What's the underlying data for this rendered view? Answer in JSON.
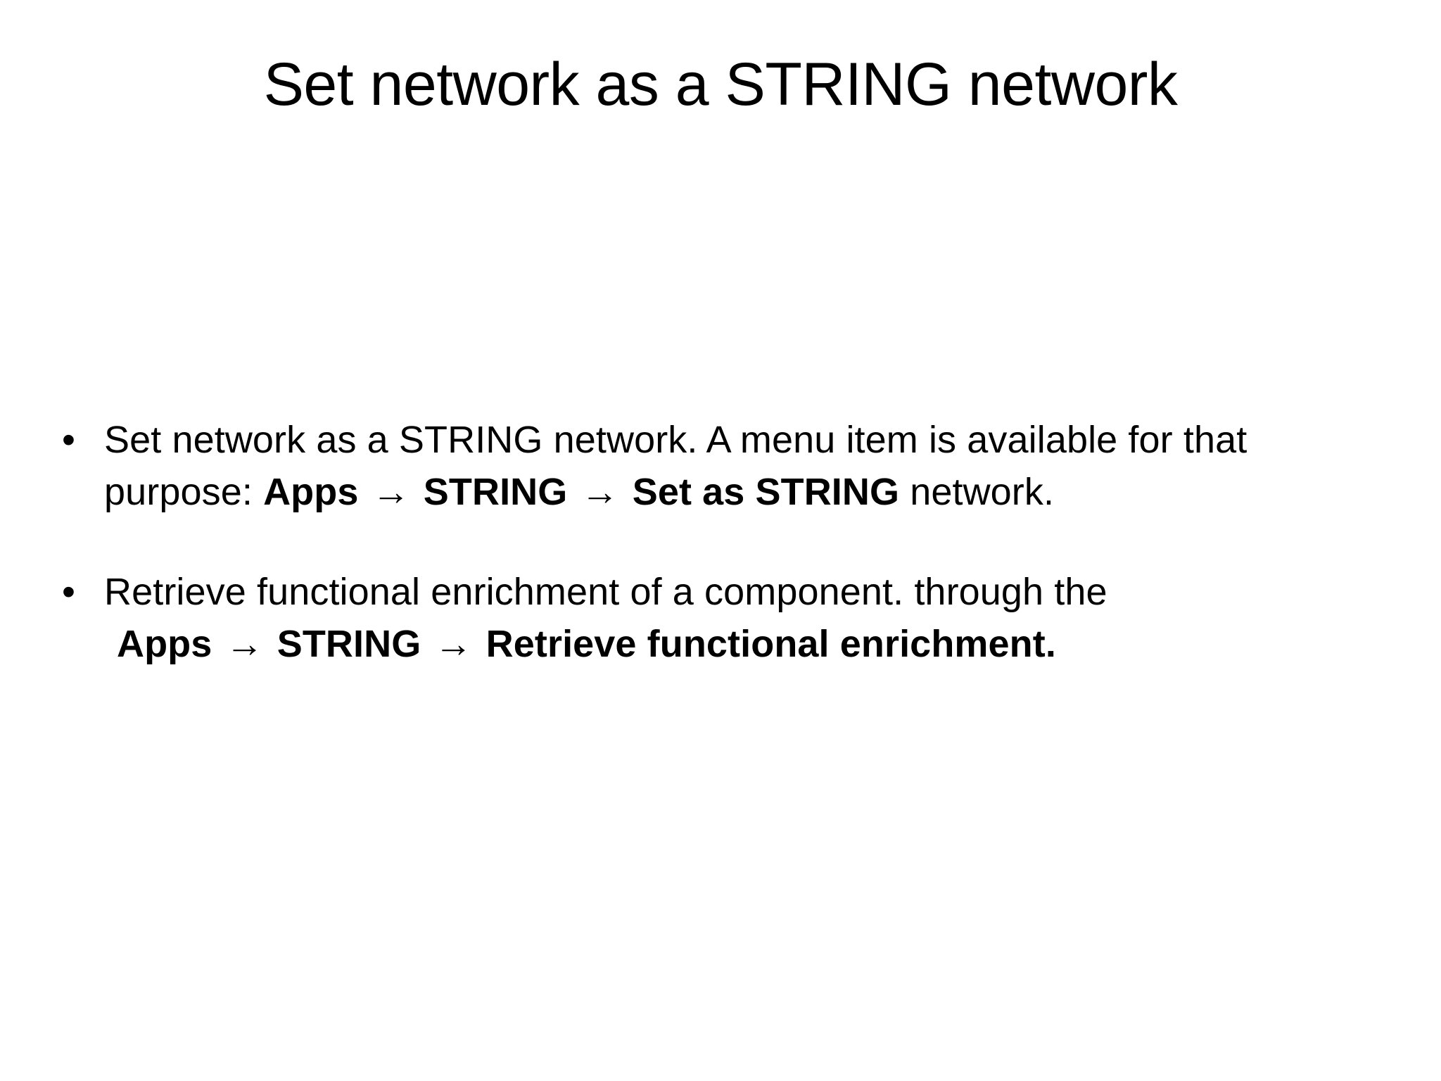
{
  "slide": {
    "title": "Set network as a STRING network",
    "background_color": "#ffffff",
    "text_color": "#000000",
    "bullet_glyph": "•",
    "arrow_glyph": "→",
    "bullets": [
      {
        "id": "bullet-set-as-string",
        "marker": "•",
        "lines": [
          {
            "indent": false,
            "segments": [
              {
                "text": "Set network as a STRING network. A menu item is available for that",
                "bold": false
              }
            ]
          },
          {
            "indent": false,
            "segments": [
              {
                "text": "purpose: ",
                "bold": false
              },
              {
                "text": "Apps",
                "bold": true
              },
              {
                "text": " → ",
                "bold": true
              },
              {
                "text": "STRING",
                "bold": true
              },
              {
                "text": " → ",
                "bold": true
              },
              {
                "text": "Set as STRING",
                "bold": true
              },
              {
                "text": " network.",
                "bold": false
              }
            ]
          }
        ]
      },
      {
        "id": "bullet-retrieve-functional-enrichment",
        "marker": "•",
        "lines": [
          {
            "indent": false,
            "segments": [
              {
                "text": "Retrieve functional enrichment of a component. through the",
                "bold": false
              }
            ]
          },
          {
            "indent": true,
            "segments": [
              {
                "text": "Apps",
                "bold": true
              },
              {
                "text": " → ",
                "bold": true
              },
              {
                "text": "STRING",
                "bold": true
              },
              {
                "text": " → ",
                "bold": true
              },
              {
                "text": "Retrieve functional enrichment",
                "bold": true
              },
              {
                "text": ".",
                "bold": false
              }
            ]
          }
        ]
      }
    ]
  }
}
